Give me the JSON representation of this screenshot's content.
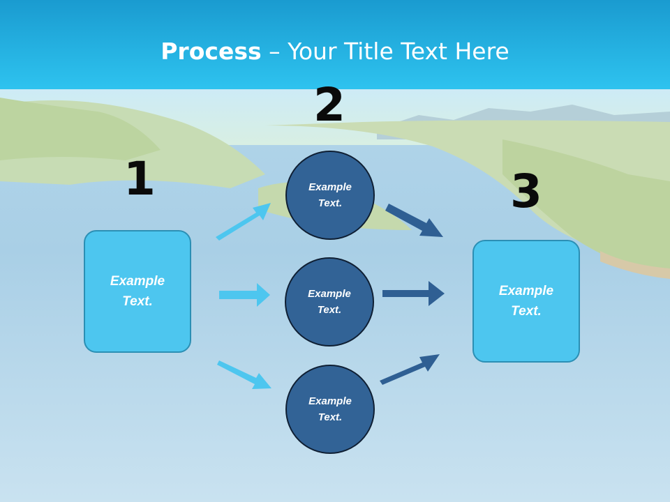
{
  "title": {
    "bold": "Process",
    "rest": " – Your Title Text Here"
  },
  "steps": [
    {
      "number": "1",
      "text_line1": "Example",
      "text_line2": "Text."
    },
    {
      "number": "2",
      "text_line1": "Example",
      "text_line2": "Text."
    },
    {
      "number": "3",
      "text_line1": "Example",
      "text_line2": "Text."
    }
  ],
  "circles": [
    {
      "text_line1": "Example",
      "text_line2": "Text."
    },
    {
      "text_line1": "Example",
      "text_line2": "Text."
    },
    {
      "text_line1": "Example",
      "text_line2": "Text."
    }
  ],
  "colors": {
    "header": "#1fb2e6",
    "box_fill": "#4dc6ef",
    "circle_fill": "#326396",
    "light_arrow": "#4dc6ef",
    "dark_arrow": "#2f5f93"
  }
}
